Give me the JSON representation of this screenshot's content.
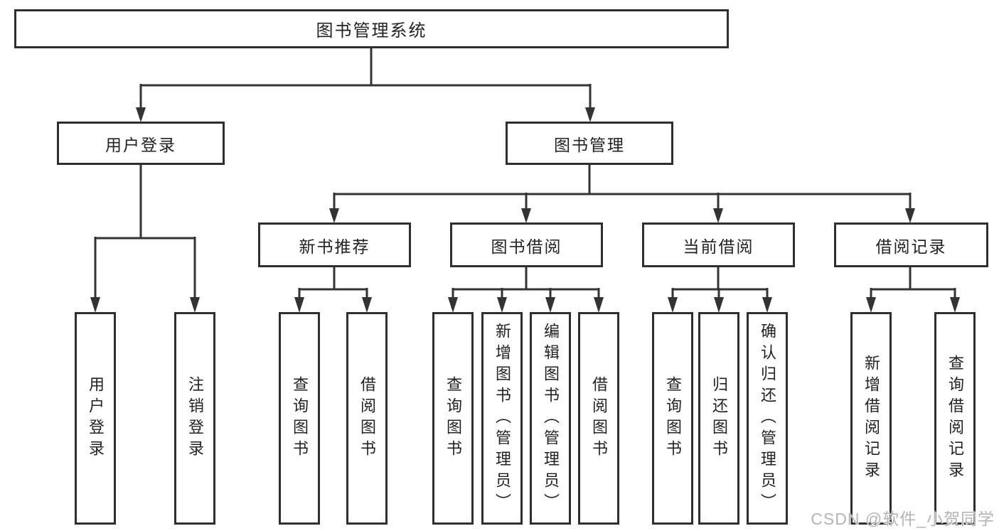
{
  "diagram": {
    "root": "图书管理系统",
    "level2": {
      "user_login": "用户登录",
      "book_mgmt": "图书管理"
    },
    "level3": {
      "new_book": "新书推荐",
      "book_borrow": "图书借阅",
      "current_borrow": "当前借阅",
      "borrow_records": "借阅记录"
    },
    "leaves": {
      "user_login": [
        "用户登录",
        "注销登录"
      ],
      "new_book": [
        "查询图书",
        "借阅图书"
      ],
      "book_borrow": [
        "查询图书",
        "新增图书（管理员）",
        "编辑图书（管理员）",
        "借阅图书"
      ],
      "current_borrow": [
        "查询图书",
        "归还图书",
        "确认归还（管理员）"
      ],
      "borrow_records": [
        "新增借阅记录",
        "查询借阅记录"
      ]
    }
  },
  "watermark": "CSDN @软件_小贺同学",
  "colors": {
    "border": "#2f2f2f",
    "line": "#333333",
    "text": "#222222",
    "watermark": "#b4b4b4",
    "background": "#ffffff"
  }
}
